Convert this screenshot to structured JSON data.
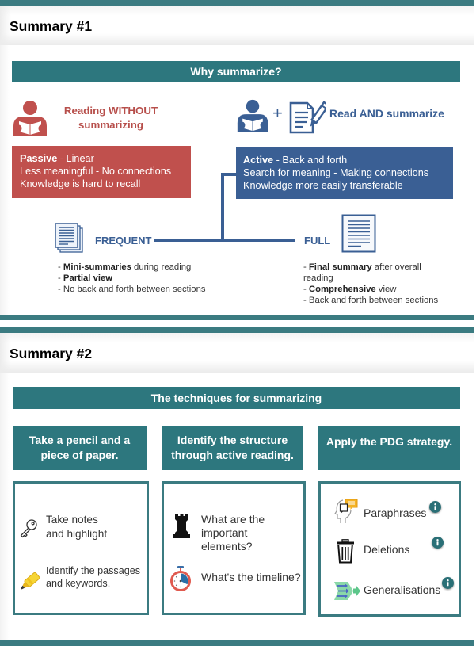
{
  "colors": {
    "teal_bar": "#3b7b81",
    "teal_banner": "#2d777e",
    "red": "#c0504d",
    "blue": "#3a5f94"
  },
  "summary1": {
    "title": "Summary #1",
    "banner": "Why summarize?",
    "without": {
      "icon": "person-reading-icon",
      "heading_lines": [
        "Reading WITHOUT",
        "summarizing"
      ],
      "box_lines": [
        {
          "bold": "Passive",
          "text": " - Linear"
        },
        {
          "text": "Less meaningful - No connections"
        },
        {
          "text": "Knowledge is hard to recall"
        }
      ]
    },
    "with": {
      "icons": [
        "person-reading-icon",
        "document-pencil-icon"
      ],
      "plus": "+",
      "heading": "Read AND summarize",
      "box_lines": [
        {
          "bold": "Active",
          "text": " - Back and forth"
        },
        {
          "text": "Search for meaning - Making connections"
        },
        {
          "text": "Knowledge more easily transferable"
        }
      ]
    },
    "frequent": {
      "icon": "stacked-pages-icon",
      "label": "FREQUENT",
      "bullets": [
        {
          "dash": "- ",
          "bold": "Mini-summaries",
          "text": " during reading"
        },
        {
          "dash": "- ",
          "bold": "Partial view"
        },
        {
          "dash": "- ",
          "text": "No back and forth between sections"
        }
      ]
    },
    "full": {
      "icon": "document-icon",
      "label": "FULL",
      "bullets": [
        {
          "dash": "- ",
          "bold": "Final summary",
          "text": " after overall reading"
        },
        {
          "dash": "- ",
          "bold": "Comprehensive",
          "text": " view"
        },
        {
          "dash": "- ",
          "text": "Back and forth between sections"
        }
      ]
    }
  },
  "summary2": {
    "title": "Summary #2",
    "banner": "The techniques for summarizing",
    "columns": [
      {
        "header_lines": [
          "Take a pencil and a",
          "piece of paper."
        ],
        "items": [
          {
            "icon": "key-icon",
            "lines": [
              "Take notes",
              "and highlight"
            ]
          },
          {
            "icon": "highlighter-icon",
            "lines": [
              "Identify the passages",
              "and keywords."
            ]
          }
        ]
      },
      {
        "header_lines": [
          "Identify the structure",
          "through active reading."
        ],
        "items": [
          {
            "icon": "chess-rook-icon",
            "lines": [
              "What are the",
              "important",
              "elements?"
            ]
          },
          {
            "icon": "stopwatch-icon",
            "lines": [
              "What's the timeline?"
            ]
          }
        ]
      },
      {
        "header_lines": [
          "Apply the PDG strategy."
        ],
        "items": [
          {
            "icon": "paraphrase-head-icon",
            "lines": [
              "Paraphrases"
            ],
            "info_icon": "info-icon"
          },
          {
            "icon": "trash-icon",
            "lines": [
              "Deletions"
            ],
            "info_icon": "info-icon"
          },
          {
            "icon": "merge-arrows-icon",
            "lines": [
              "Generalisations"
            ],
            "info_icon": "info-icon"
          }
        ]
      }
    ]
  }
}
